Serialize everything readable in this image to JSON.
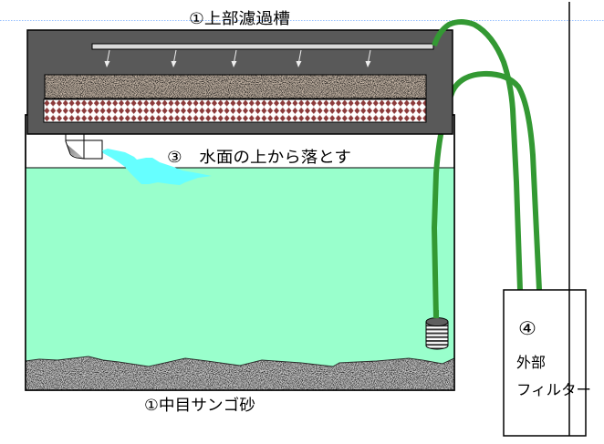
{
  "labels": {
    "overhead_filter": "①上部濾過槽",
    "water_drop": "③　水面の上から落とす",
    "coral_sand": "①中目サンゴ砂",
    "external_filter": {
      "number": "④",
      "line1": "外部",
      "line2": "フィルター"
    }
  },
  "colors": {
    "background": "#ffffff",
    "filter_housing": "#595959",
    "spray_bar": "#d9d9d9",
    "flow_arrow": "#eeeeee",
    "gravel_base": "#c2b3a4",
    "filter_mat": "#8c3a3a",
    "water": "#99ffcc",
    "water_splash": "#66ffff",
    "sand_base": "#c4c4c4",
    "pipe": "#339933",
    "strainer_cap": "#5f5f5f",
    "guide_line": "#99c2ff"
  }
}
